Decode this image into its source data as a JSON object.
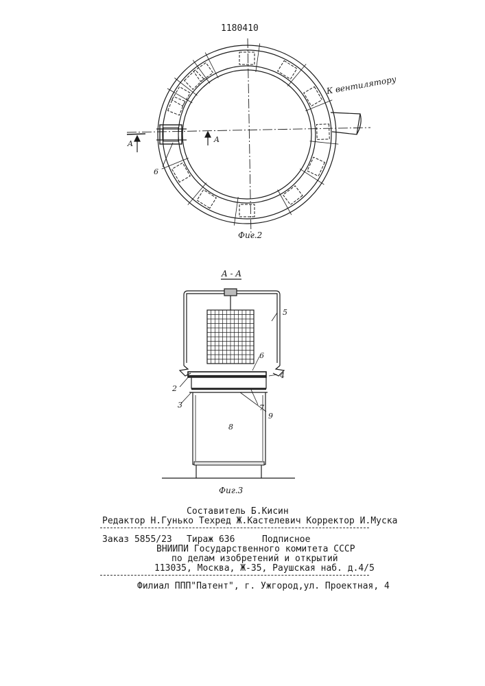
{
  "patent_number": "1180410",
  "fig2": {
    "caption": "Фиг.2",
    "fan_label": "К вентилятору",
    "section_mark_left": "A",
    "section_mark_right": "A",
    "callout_6": "6"
  },
  "fig3": {
    "section_title": "A - A",
    "caption": "Фиг.3",
    "callouts": {
      "c2": "2",
      "c3": "3",
      "c4": "4",
      "c5": "5",
      "c6": "6",
      "c7": "7",
      "c8": "8",
      "c9": "9"
    }
  },
  "footer": {
    "compiler": "Составитель Б.Кисин",
    "editor_line": "Редактор Н.Гунько Техред Ж.Кастелевич Корректор И.Муска",
    "order": "Заказ 5855/23",
    "circulation": "Тираж 636",
    "subscription": "Подписное",
    "org_line1": "ВНИИПИ Государственного комитета СССР",
    "org_line2": "по делам изобретений и открытий",
    "address": "113035, Москва, Ж-35, Раушская наб. д.4/5",
    "branch": "Филиал ППП\"Патент\", г. Ужгород,ул. Проектная, 4"
  }
}
